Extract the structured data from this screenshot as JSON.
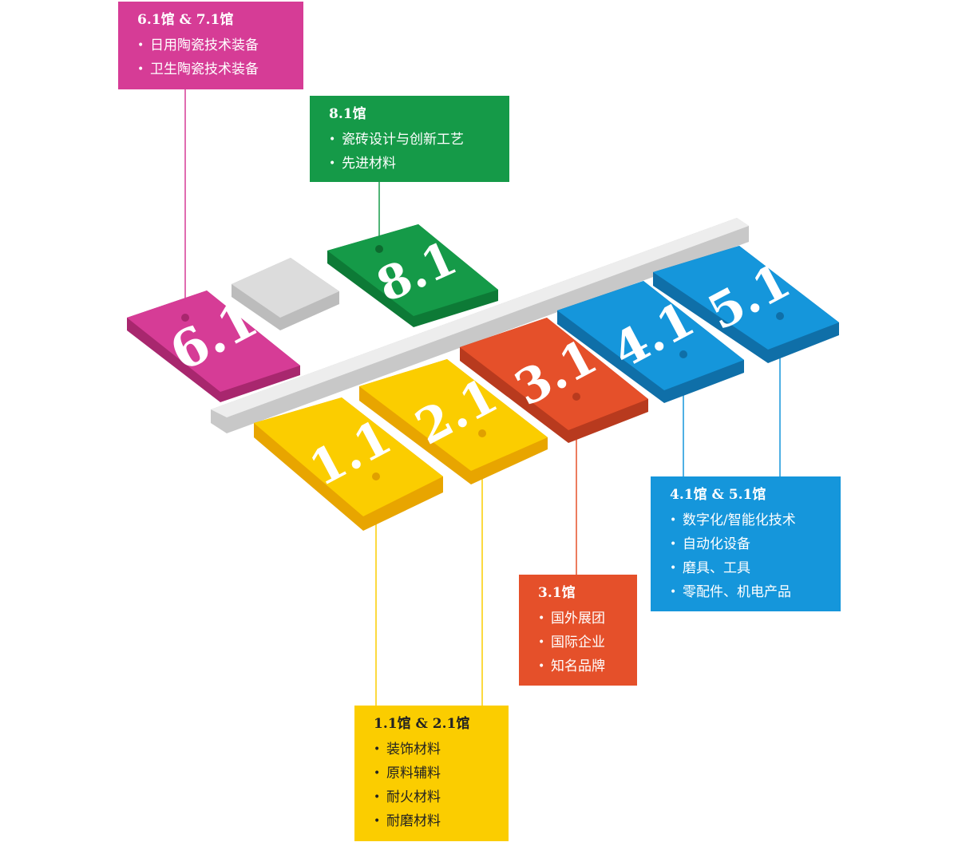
{
  "colors": {
    "magenta": "#d63c96",
    "green": "#159a48",
    "yellow": "#fbcd00",
    "orange_red": "#e5502a",
    "blue": "#1596db",
    "grey_block": "#d8d8d8",
    "walkway": "#e9e9e9"
  },
  "halls": [
    {
      "id": "6.1",
      "label": "6.1"
    },
    {
      "id": "8.1",
      "label": "8.1"
    },
    {
      "id": "1.1",
      "label": "1.1"
    },
    {
      "id": "2.1",
      "label": "2.1"
    },
    {
      "id": "3.1",
      "label": "3.1"
    },
    {
      "id": "4.1",
      "label": "4.1"
    },
    {
      "id": "5.1",
      "label": "5.1"
    }
  ],
  "boxes": {
    "hall_6_7": {
      "title": "6.1馆 & 7.1馆",
      "items": [
        "日用陶瓷技术装备",
        "卫生陶瓷技术装备"
      ]
    },
    "hall_8": {
      "title": "8.1馆",
      "items": [
        "瓷砖设计与创新工艺",
        "先进材料"
      ]
    },
    "hall_4_5": {
      "title": "4.1馆 & 5.1馆",
      "items": [
        "数字化/智能化技术",
        "自动化设备",
        "磨具、工具",
        "零配件、机电产品"
      ]
    },
    "hall_3": {
      "title": "3.1馆",
      "items": [
        "国外展团",
        "国际企业",
        "知名品牌"
      ]
    },
    "hall_1_2": {
      "title": "1.1馆 & 2.1馆",
      "items": [
        "装饰材料",
        "原料辅料",
        "耐火材料",
        "耐磨材料"
      ]
    }
  }
}
